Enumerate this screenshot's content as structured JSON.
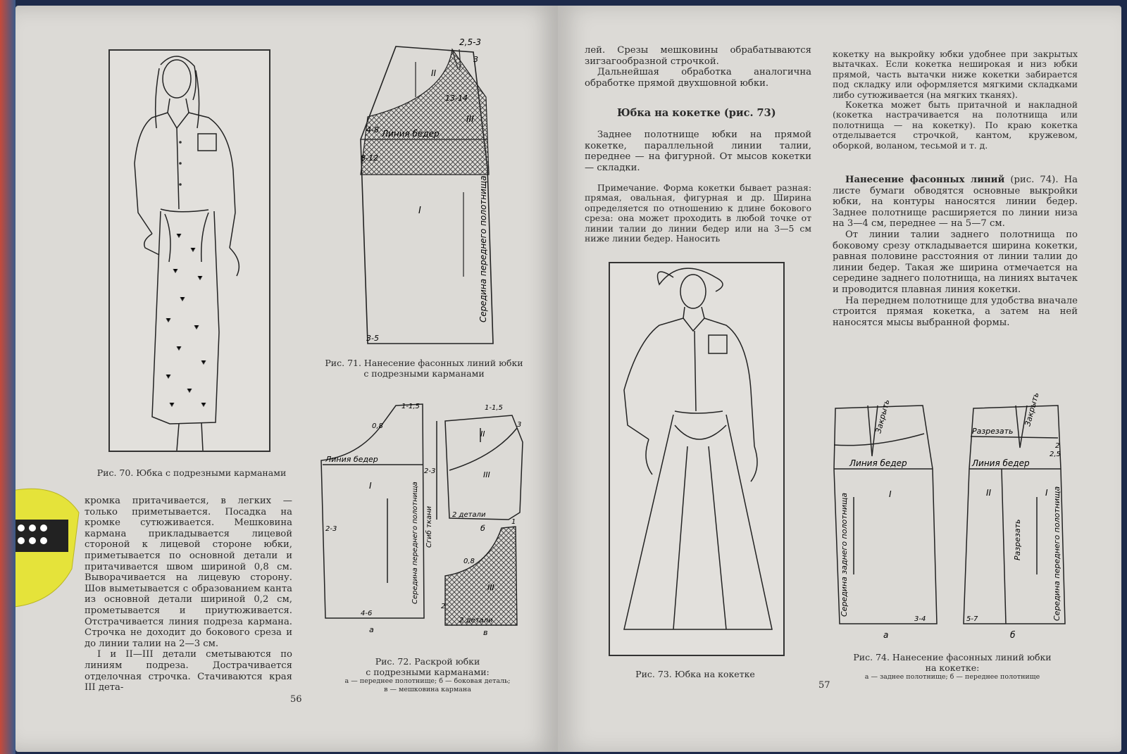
{
  "left_page": {
    "figure70": {
      "caption": "Рис. 70. Юбка с подрезными карманами"
    },
    "figure71": {
      "labels": {
        "top": "2,5-3",
        "roman2": "II",
        "roman3": "III",
        "n3": "3",
        "n1314": "13-14",
        "n48": "4-8",
        "n812": "8-12",
        "hip": "Линия бедер",
        "roman1": "I",
        "center": "Середина переднего полотнища",
        "n35": "3-5"
      },
      "caption_line1": "Рис. 71. Нанесение фасонных линий юбки",
      "caption_line2": "с подрезными карманами"
    },
    "figure72": {
      "labels": {
        "n115a": "1-1,5",
        "n08a": "0,8",
        "hip": "Линия бедер",
        "roman1": "I",
        "n23a": "2-3",
        "n23b": "2-3",
        "center": "Середина переднего полотнища",
        "grain": "Сгиб ткани",
        "n46": "4-6",
        "a": "а",
        "n115b": "1-1,5",
        "n3": "3",
        "roman2": "II",
        "roman3a": "III",
        "details2a": "2 детали",
        "b": "б",
        "n1": "1",
        "n08b": "0,8",
        "roman3b": "III",
        "n2": "2",
        "details2b": "2 детали",
        "v": "в"
      },
      "caption_line1": "Рис. 72. Раскрой юбки",
      "caption_line2": "с подрезными карманами:",
      "caption_sub1": "а — переднее полотнище; б — боковая деталь;",
      "caption_sub2": "в — мешковина кармана"
    },
    "body_text": [
      "кромка притачивается, в легких — только приметывается. Посадка на кромке сутюживается. Мешковина кармана прикладывается лицевой стороной к лицевой стороне юбки, приметывается по основной детали и притачивается швом шириной 0,8 см. Выворачивается на лицевую сторону. Шов выметывается с образованием канта из основной детали шириной 0,2 см, прометывается и приутюживается. Отстрачивается линия подреза кармана. Строчка не доходит до бокового среза и до линии талии на 2—3 см.",
      "I и II—III детали сметываются по линиям подреза. Дострачивается отделочная строчка. Стачиваются края III дета-"
    ],
    "page_number": "56"
  },
  "right_page": {
    "col1_intro": [
      "лей. Срезы мешковины обрабатываются зигзагообразной строчкой.",
      "Дальнейшая обработка аналогична обработке прямой двухшовной юбки."
    ],
    "heading_yoke": "Юбка на кокетке (рис. 73)",
    "col1_para": "Заднее полотнище юбки на прямой кокетке, параллельной линии талии, переднее — на фигурной. От мысов кокетки — складки.",
    "note": "Примечание. Форма кокетки бывает разная: прямая, овальная, фигурная и др. Ширина определяется по отношению к длине бокового среза: она может проходить в любой точке от линии талии до линии бедер или на 3—5 см ниже линии бедер. Наносить",
    "figure73": {
      "caption": "Рис. 73. Юбка на кокетке"
    },
    "col2_text": [
      "кокетку на выкройку юбки удобнее при закрытых вытачках. Если кокетка неширокая и низ юбки прямой, часть вытачки ниже кокетки забирается под складку или оформляется мягкими складками либо сутюживается (на мягких тканях).",
      "Кокетка может быть притачной и накладной (кокетка настрачивается на полотнища или полотнища — на кокетку). По краю кокетка отделывается строчкой, кантом, кружевом, оборкой, воланом, тесьмой и т. д."
    ],
    "heading_lines": "Нанесение фасонных линий",
    "heading_lines_ref": "(рис. 74).",
    "col2_para1": "На листе бумаги обводятся основные выкройки юбки, на контуры наносятся линии бедер. Заднее полотнище расширяется по линии низа на 3—4 см, переднее — на 5—7 см.",
    "col2_para2": "От линии талии заднего полотнища по боковому срезу откладывается ширина кокетки, равная половине расстояния от линии талии до линии бедер. Такая же ширина отмечается на середине заднего полотнища, на линиях вытачек и проводится плавная линия кокетки.",
    "col2_para3": "На переднем полотнище для удобства вначале строится прямая кокетка, а затем на ней наносятся мысы выбранной формы.",
    "figure74": {
      "labels": {
        "close_a": "Закрыть",
        "hip_a": "Линия бедер",
        "roman1a": "I",
        "center_a": "Середина заднего полотнища",
        "n34": "3-4",
        "a": "а",
        "close_b": "Закрыть",
        "cut_b": "Разрезать",
        "hip_b": "Линия бедер",
        "roman2": "II",
        "roman1b": "I",
        "cut_v": "Разрезать",
        "center_b": "Середина переднего полотнища",
        "n57": "5-7",
        "b": "б",
        "n25": "2,5",
        "n2": "2"
      },
      "caption_line1": "Рис. 74. Нанесение фасонных линий юбки",
      "caption_line2": "на кокетке:",
      "caption_sub": "а — заднее полотнище; б — переднее полотнище"
    },
    "page_number": "57"
  }
}
